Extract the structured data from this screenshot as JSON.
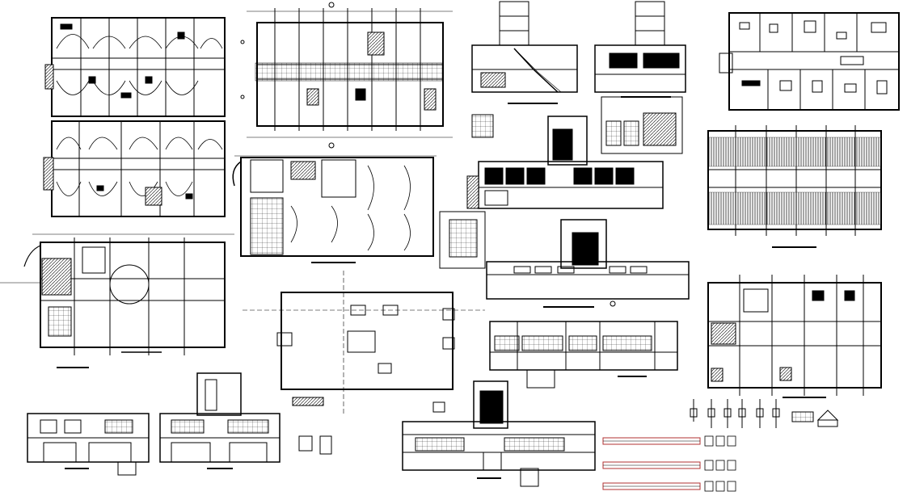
{
  "sheet": {
    "background": "#ffffff",
    "line_color": "#000000",
    "accent_color": "#b03030"
  },
  "drawings": [
    {
      "id": "electrical-plan-upper-left",
      "kind": "floor-plan"
    },
    {
      "id": "electrical-plan-lower-left",
      "kind": "floor-plan"
    },
    {
      "id": "structural-grid-plan-top",
      "kind": "floor-plan"
    },
    {
      "id": "stair-section-top",
      "kind": "section"
    },
    {
      "id": "tower-section-top",
      "kind": "section"
    },
    {
      "id": "furniture-plan-top-right",
      "kind": "floor-plan"
    },
    {
      "id": "ceiling-lighting-plan-center",
      "kind": "floor-plan"
    },
    {
      "id": "grid-plan-right",
      "kind": "floor-plan"
    },
    {
      "id": "front-elevation-center",
      "kind": "elevation"
    },
    {
      "id": "side-elevation-center",
      "kind": "elevation"
    },
    {
      "id": "stair-detail",
      "kind": "detail"
    },
    {
      "id": "ground-floor-plan-left",
      "kind": "floor-plan"
    },
    {
      "id": "roof-plan-center",
      "kind": "floor-plan"
    },
    {
      "id": "railing-elevation",
      "kind": "elevation"
    },
    {
      "id": "room-plan-lower-right",
      "kind": "floor-plan"
    },
    {
      "id": "elevation-bottom-left-1",
      "kind": "elevation"
    },
    {
      "id": "elevation-bottom-left-2",
      "kind": "elevation"
    },
    {
      "id": "main-elevation-bottom",
      "kind": "elevation"
    },
    {
      "id": "beam-details",
      "kind": "detail"
    },
    {
      "id": "column-details",
      "kind": "detail"
    }
  ]
}
